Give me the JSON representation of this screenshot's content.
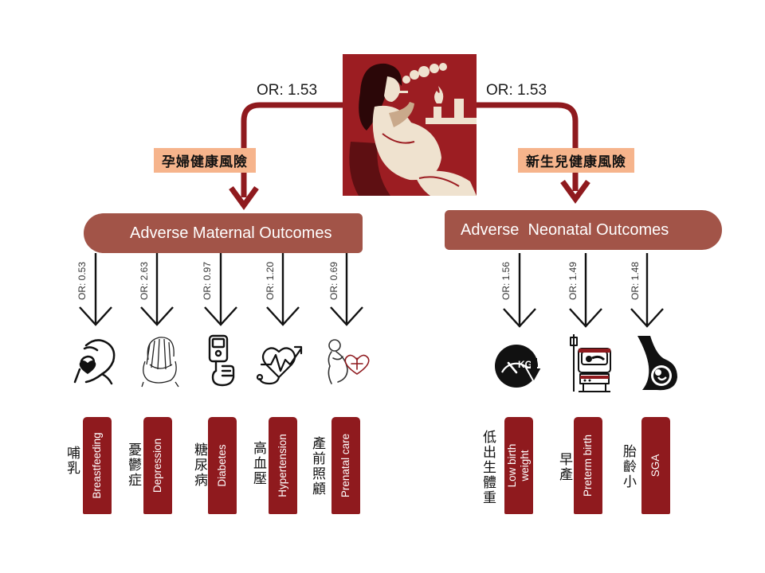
{
  "top": {
    "or_left": "OR: 1.53",
    "or_right": "OR: 1.53",
    "tag_maternal": "孕婦健康風險",
    "tag_neonatal": "新生兒健康風險"
  },
  "maternal": {
    "banner": "Adverse Maternal Outcomes",
    "items": [
      {
        "or": "OR: 0.53",
        "icon": "breastfeeding-icon",
        "en": "Breastfeeding",
        "zh": "哺乳"
      },
      {
        "or": "OR: 2.63",
        "icon": "depression-icon",
        "en": "Depression",
        "zh": "憂鬱症"
      },
      {
        "or": "OR: 0.97",
        "icon": "glucose-meter-icon",
        "en": "Diabetes",
        "zh": "糖尿病"
      },
      {
        "or": "OR: 1.20",
        "icon": "blood-pressure-icon",
        "en": "Hypertension",
        "zh": "高血壓"
      },
      {
        "or": "OR: 0.69",
        "icon": "prenatal-care-icon",
        "en": "Prenatal care",
        "zh": "產前照顧"
      }
    ]
  },
  "neonatal": {
    "banner": "Adverse  Neonatal Outcomes",
    "items": [
      {
        "or": "OR: 1.56",
        "icon": "low-weight-scale-icon",
        "en": "Low birth\nweight",
        "zh": "低出生體重"
      },
      {
        "or": "OR: 1.49",
        "icon": "incubator-icon",
        "en": "Preterm birth",
        "zh": "早產"
      },
      {
        "or": "OR: 1.48",
        "icon": "fetus-icon",
        "en": "SGA",
        "zh": "胎齡小"
      }
    ]
  },
  "colors": {
    "flow_arrow": "#8f1a1e",
    "banner": "#a25448",
    "tag": "#f6b48c",
    "pill": "#8f1a1e",
    "hero_bg": "#9c1d22",
    "hero_fg": "#efe2cf"
  }
}
